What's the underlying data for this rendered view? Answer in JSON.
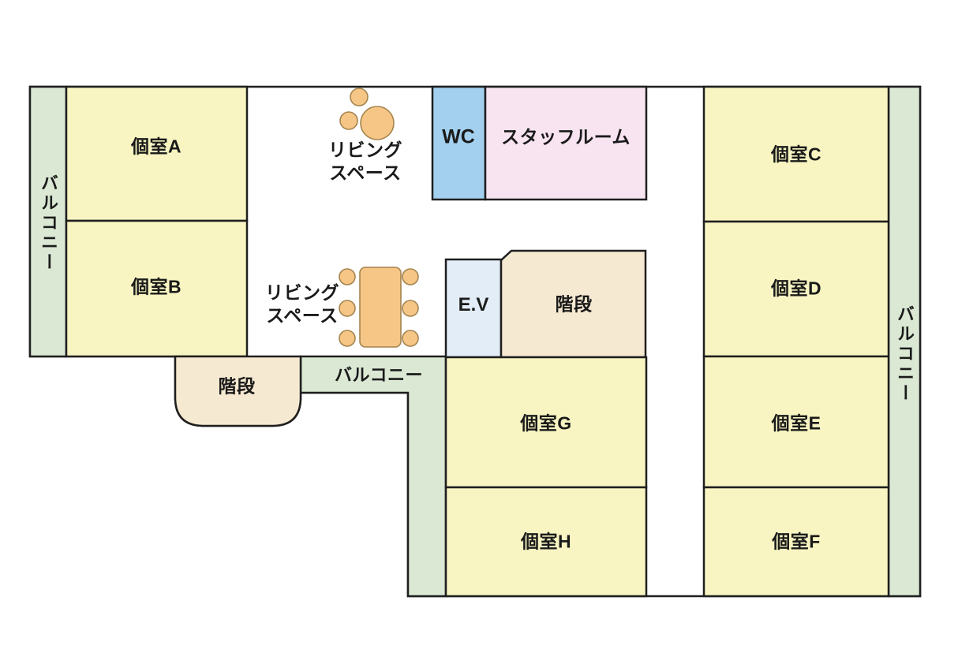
{
  "rooms": {
    "a": "個室A",
    "b": "個室B",
    "c": "個室C",
    "d": "個室D",
    "e": "個室E",
    "f": "個室F",
    "g": "個室G",
    "h": "個室H"
  },
  "facilities": {
    "wc": "WC",
    "staff_room": "スタッフルーム",
    "elevator": "E.V",
    "stairs": "階段",
    "balcony": "バルコニー",
    "living_space": {
      "line1": "リビング",
      "line2": "スペース"
    }
  },
  "colors": {
    "room_yellow": "#f8f5c2",
    "balcony_green": "#dae8d4",
    "wc_blue": "#a3d0ee",
    "staff_pink": "#f8e3f0",
    "elevator_blue": "#e3edf8",
    "stairs_beige": "#f6e9d1",
    "furniture_orange": "#f6c687",
    "outline": "#1f1f1f"
  }
}
